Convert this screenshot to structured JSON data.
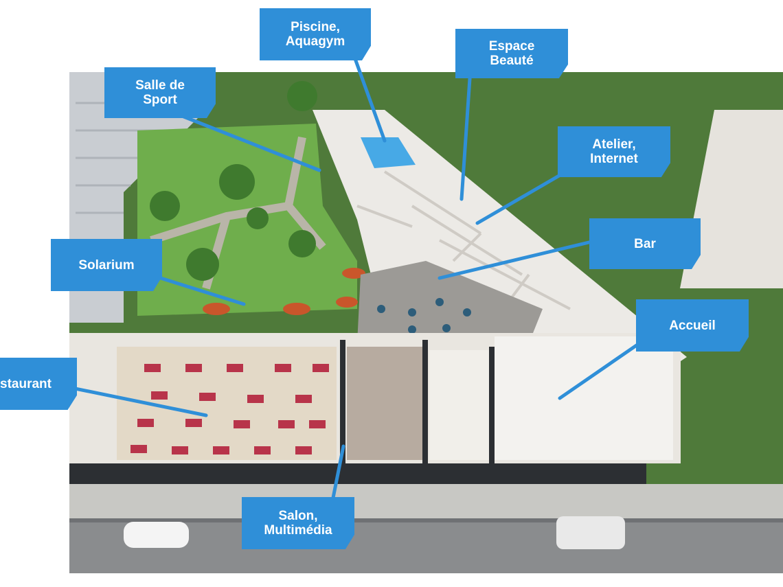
{
  "colors": {
    "callout": "#2f8fd8",
    "lawn": "#5f9a45",
    "street": "#8a8c8e",
    "wall": "#2c2f33",
    "floor": "#e9e6e0"
  },
  "labels": {
    "piscine": [
      "Piscine,",
      "Aquagym"
    ],
    "beaute": [
      "Espace",
      "Beauté"
    ],
    "sport": [
      "Salle de",
      "Sport"
    ],
    "atelier": [
      "Atelier,",
      "Internet"
    ],
    "bar": [
      "Bar"
    ],
    "solarium": [
      "Solarium"
    ],
    "accueil": [
      "Accueil"
    ],
    "restaurant": [
      "staurant"
    ],
    "salon": [
      "Salon,",
      "Multimédia"
    ]
  }
}
